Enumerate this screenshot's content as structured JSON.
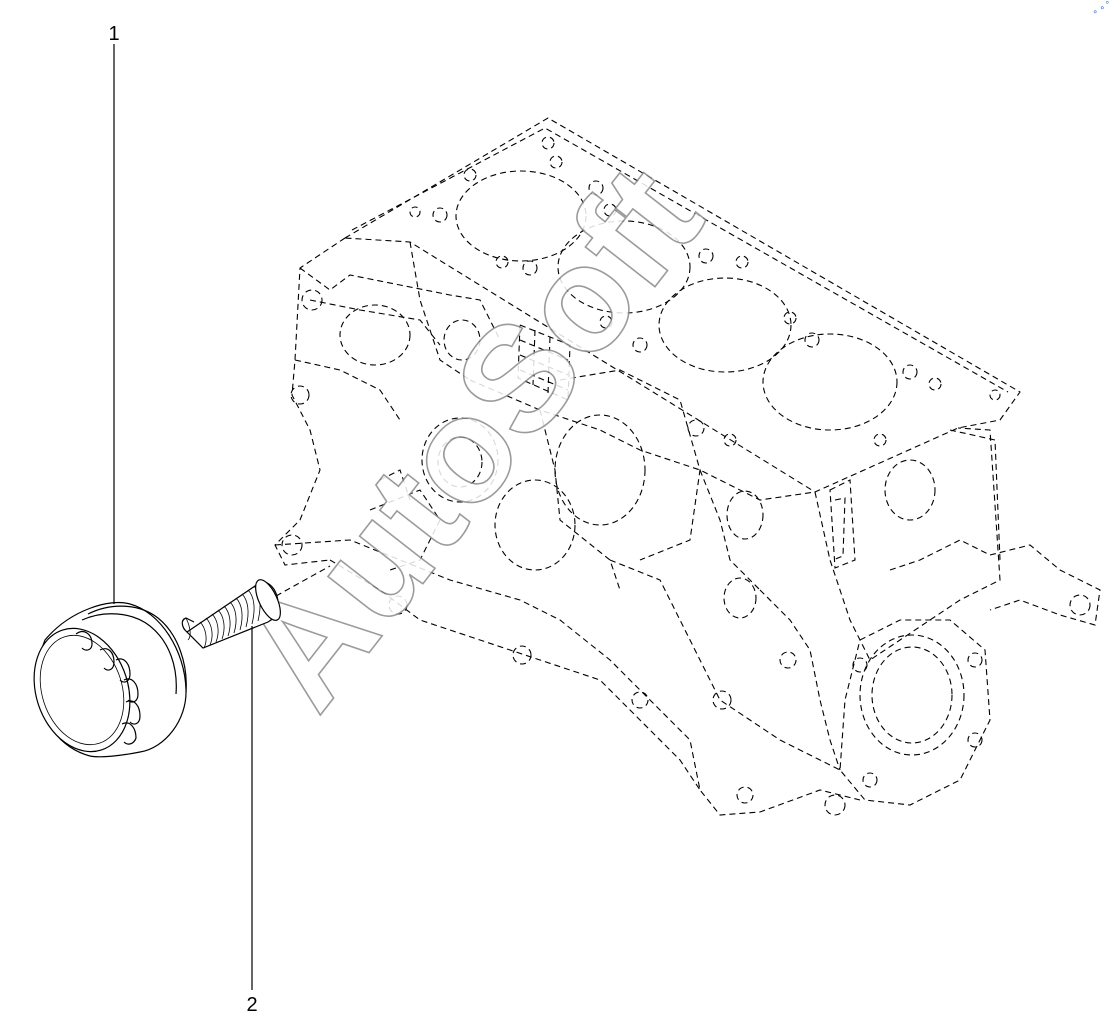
{
  "diagram": {
    "parts": [
      {
        "number": "1",
        "description": "oil-filter"
      },
      {
        "number": "2",
        "description": "threaded-stud"
      }
    ],
    "watermark": "AutoSoft",
    "corner_mark": "∘ ∘ °"
  },
  "colors": {
    "lines": "#000000",
    "background": "#ffffff",
    "watermark_outline": "#8a8a8a",
    "corner_mark": "#3a63c8"
  }
}
